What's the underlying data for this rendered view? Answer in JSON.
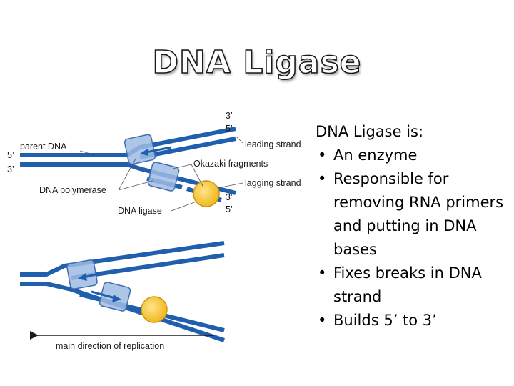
{
  "title": "DNA Ligase",
  "text_panel": {
    "intro": "DNA Ligase is:",
    "bullets": [
      "An enzyme",
      "Responsible for removing RNA primers and putting in DNA bases",
      "Fixes breaks in DNA strand",
      "Builds 5’ to 3’"
    ]
  },
  "diagram": {
    "labels": {
      "parent_dna": "parent DNA",
      "leading_strand": "leading strand",
      "okazaki_fragments": "Okazaki fragments",
      "lagging_strand": "lagging strand",
      "dna_polymerase": "DNA polymerase",
      "dna_ligase": "DNA ligase",
      "main_direction": "main direction of replication"
    },
    "ends": {
      "top_left": "5’",
      "bottom_left": "3’",
      "top_right_upper": "3’",
      "top_right_lower": "5’",
      "lagging_upper": "3’",
      "lagging_lower": "5’"
    },
    "colors": {
      "strand": "#1f5fae",
      "polymerase_fill": "#9fbbe3",
      "polymerase_stroke": "#3d6fb0",
      "ligase_fill": "#f3c02e",
      "ligase_stroke": "#c99612"
    }
  }
}
